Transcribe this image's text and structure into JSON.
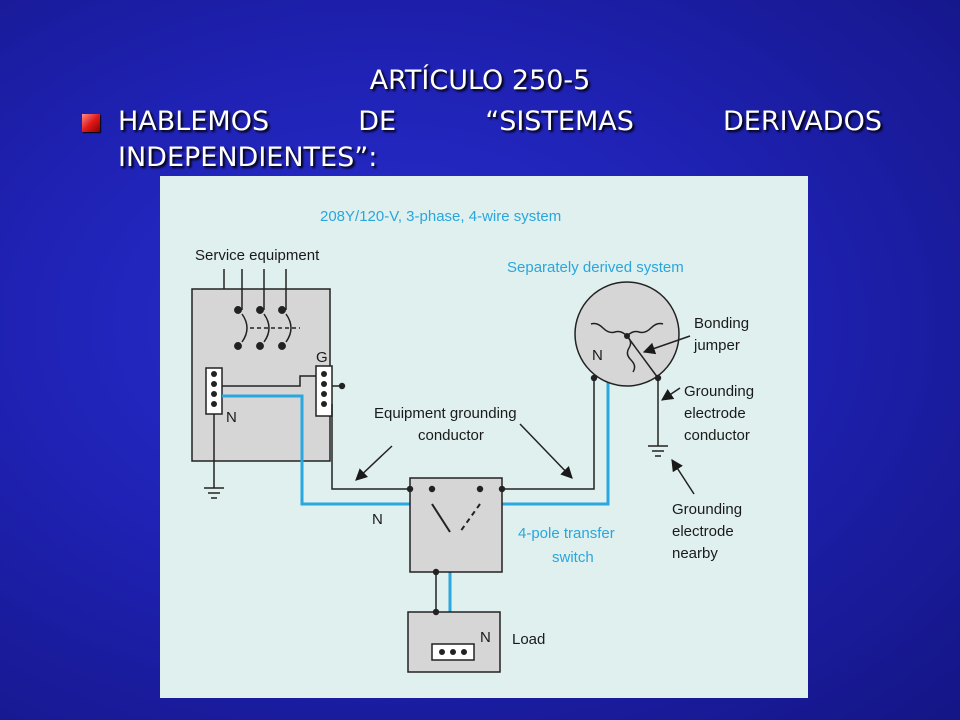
{
  "slide": {
    "title": "ARTÍCULO 250-5",
    "bullet_line1": [
      "HABLEMOS",
      "DE",
      "“SISTEMAS",
      "DERIVADOS"
    ],
    "bullet_line2": "INDEPENDIENTES”:"
  },
  "diagram": {
    "system_title": "208Y/120-V, 3-phase, 4-wire system",
    "service_equipment": "Service equipment",
    "separately_derived": "Separately derived system",
    "label_g": "G",
    "label_n": "N",
    "bonding_jumper": [
      "Bonding",
      "jumper"
    ],
    "grounding_electrode_conductor": [
      "Grounding",
      "electrode",
      "conductor"
    ],
    "equipment_grounding_conductor": [
      "Equipment grounding",
      "conductor"
    ],
    "transfer_switch": [
      "4-pole transfer",
      "switch"
    ],
    "grounding_electrode_nearby": [
      "Grounding",
      "electrode",
      "nearby"
    ],
    "load": "Load"
  },
  "colors": {
    "neutral_wire": "#29a7df",
    "box_fill": "#d6d6d6",
    "figure_bg": "#dff0ee"
  }
}
